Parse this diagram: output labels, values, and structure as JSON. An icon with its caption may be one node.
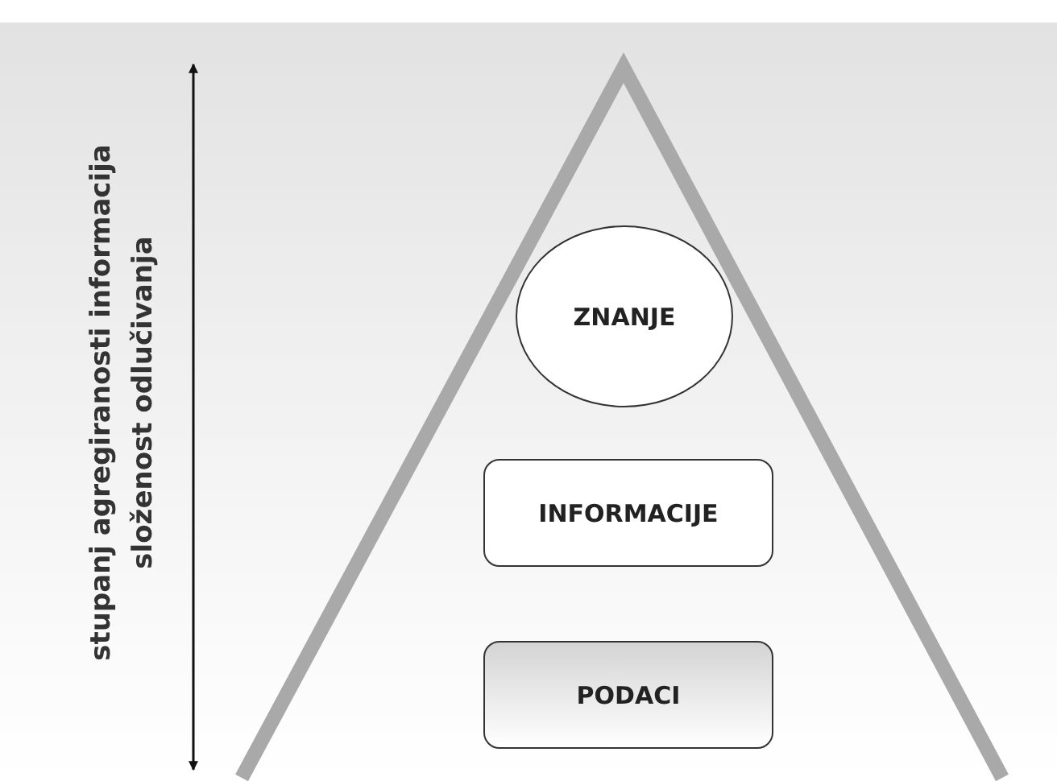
{
  "diagram": {
    "nodes": [
      {
        "text": [
          "ZNANJE"
        ]
      },
      {
        "text": [
          "INFORMACIJE"
        ]
      },
      {
        "text": [
          "PODACI"
        ]
      }
    ],
    "labels": [
      "stupanj agregiranosti informacija",
      "složenost odlučivanja"
    ]
  }
}
